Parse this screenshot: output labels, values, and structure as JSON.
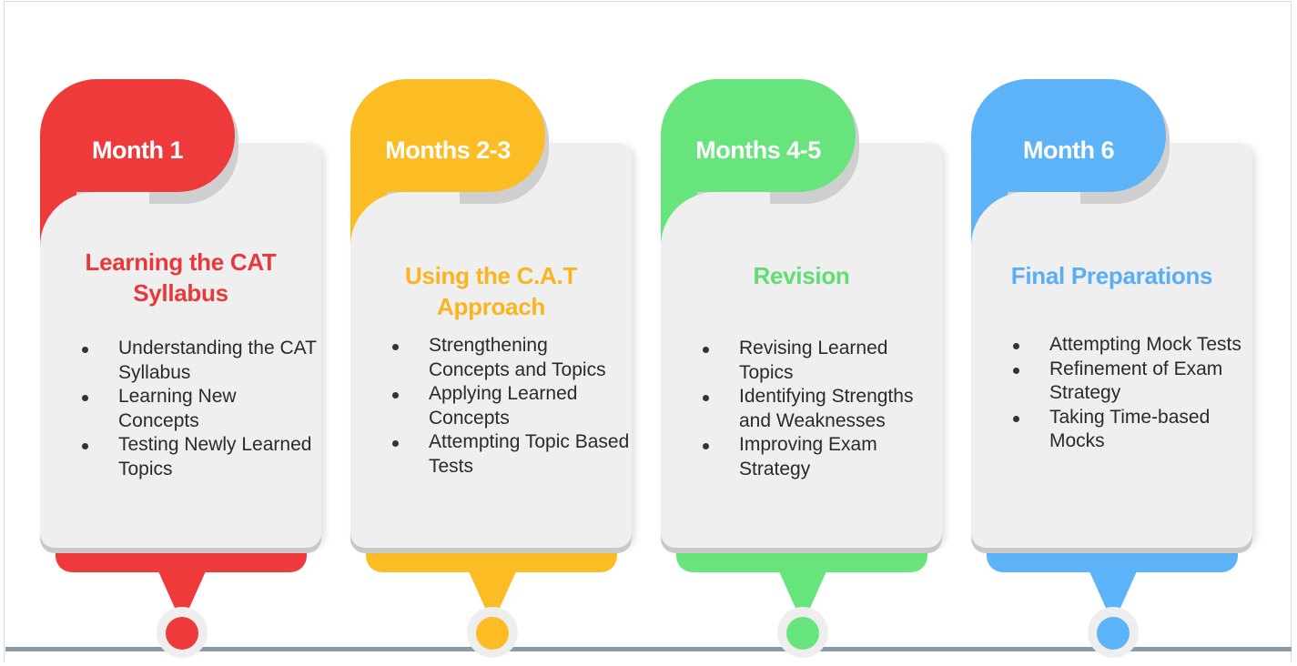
{
  "colors": {
    "red": "#ee3a3a",
    "yellow": "#fcbc24",
    "green": "#67e47c",
    "blue": "#5db3f8",
    "card": "#efefef",
    "timeline": "#8a9aa8"
  },
  "stages": [
    {
      "period": "Month 1",
      "title": "Learning the CAT Syllabus",
      "items": [
        "Understanding the CAT Syllabus",
        "Learning New Concepts",
        "Testing Newly Learned Topics"
      ]
    },
    {
      "period": "Months 2-3",
      "title": "Using the C.A.T Approach",
      "items": [
        "Strengthening Concepts and Topics",
        "Applying Learned Concepts",
        "Attempting Topic Based Tests"
      ]
    },
    {
      "period": "Months 4-5",
      "title": "Revision",
      "items": [
        "Revising Learned Topics",
        "Identifying Strengths and Weaknesses",
        "Improving Exam Strategy"
      ]
    },
    {
      "period": "Month 6",
      "title": "Final Preparations",
      "items": [
        "Attempting Mock Tests",
        "Refinement of Exam Strategy",
        "Taking Time-based Mocks"
      ]
    }
  ]
}
